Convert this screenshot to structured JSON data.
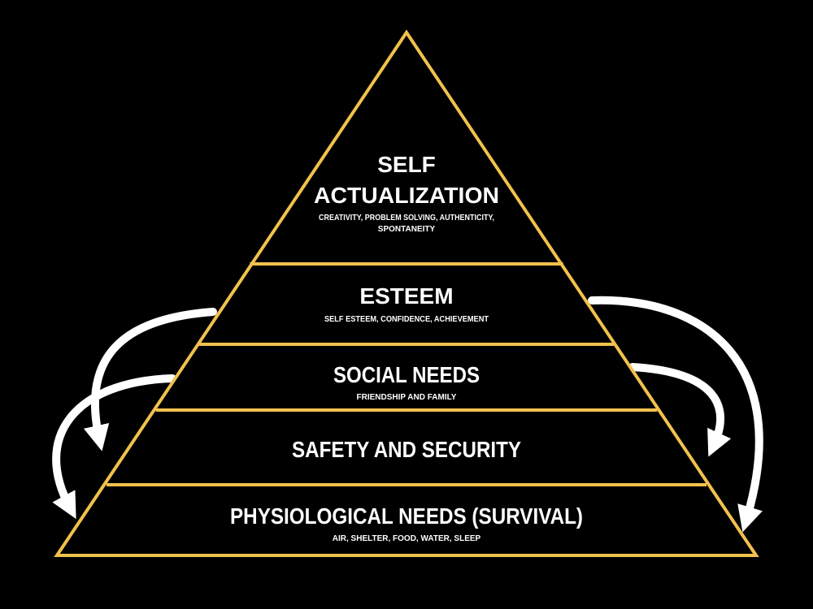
{
  "colors": {
    "background": "#000000",
    "outline": "#f2c14e",
    "text": "#ffffff",
    "arrows": "#ffffff"
  },
  "levels": [
    {
      "title_lines": [
        "SELF",
        "ACTUALIZATION"
      ],
      "subtitle_lines": [
        "CREATIVITY, PROBLEM SOLVING, AUTHENTICITY,",
        "SPONTANEITY"
      ]
    },
    {
      "title_lines": [
        "ESTEEM"
      ],
      "subtitle_lines": [
        "SELF ESTEEM, CONFIDENCE, ACHIEVEMENT"
      ]
    },
    {
      "title_lines": [
        "SOCIAL NEEDS"
      ],
      "subtitle_lines": [
        "FRIENDSHIP AND FAMILY"
      ]
    },
    {
      "title_lines": [
        "SAFETY AND SECURITY"
      ],
      "subtitle_lines": []
    },
    {
      "title_lines": [
        "PHYSIOLOGICAL NEEDS (SURVIVAL)"
      ],
      "subtitle_lines": [
        "AIR, SHELTER, FOOD, WATER, SLEEP"
      ]
    }
  ],
  "arrows": [
    {
      "side": "left",
      "from_level": "esteem",
      "to_level": "safety and security"
    },
    {
      "side": "left",
      "from_level": "social needs",
      "to_level": "physiological needs (survival)"
    },
    {
      "side": "right",
      "from_level": "social needs",
      "to_level": "safety and security"
    },
    {
      "side": "right",
      "from_level": "esteem",
      "to_level": "physiological needs (survival)"
    }
  ]
}
